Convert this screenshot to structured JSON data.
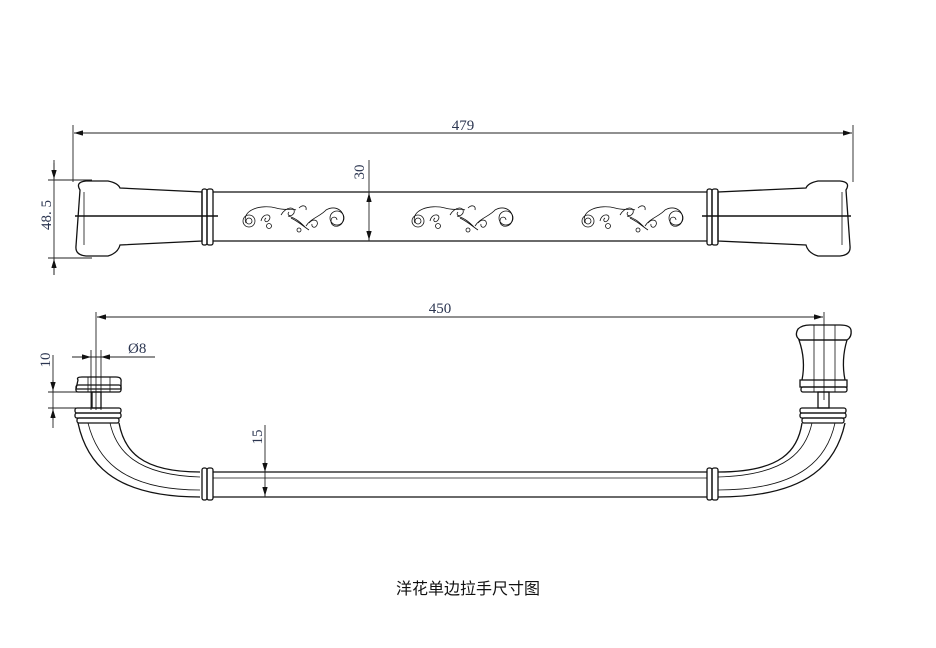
{
  "top_view": {
    "overall_length": "479",
    "end_height": "48. 5",
    "grip_height": "30"
  },
  "bottom_view": {
    "center_distance": "450",
    "screw_diameter": "Ø8",
    "gap": "10",
    "tube_diameter": "15"
  },
  "caption": "洋花单边拉手尺寸图",
  "colors": {
    "line": "#111111",
    "dimension_text": "#2b3550"
  }
}
